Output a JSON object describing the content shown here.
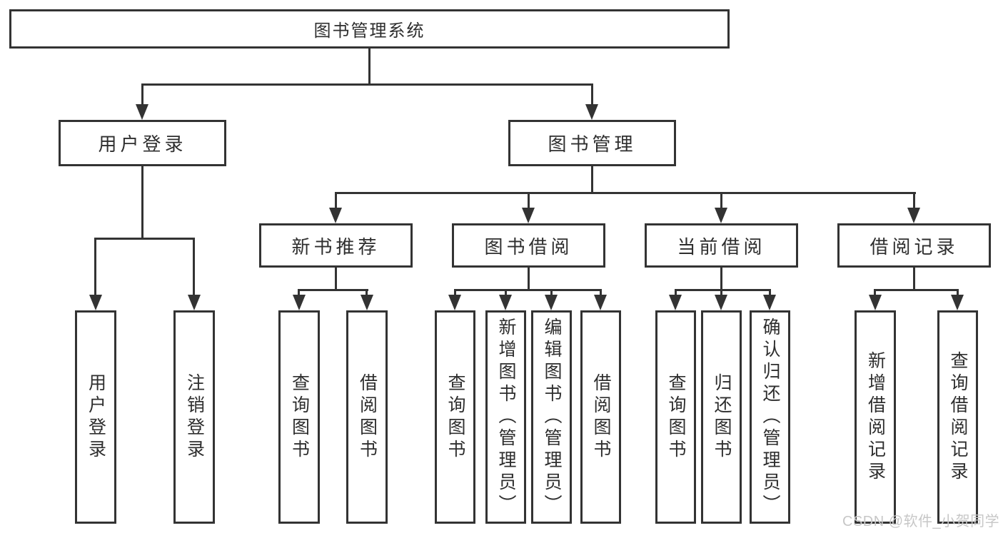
{
  "tree": {
    "label": "图书管理系统",
    "children": [
      {
        "label": "用户登录",
        "children": [
          {
            "label": "用户登录"
          },
          {
            "label": "注销登录"
          }
        ]
      },
      {
        "label": "图书管理",
        "children": [
          {
            "label": "新书推荐",
            "children": [
              {
                "label": "查询图书"
              },
              {
                "label": "借阅图书"
              }
            ]
          },
          {
            "label": "图书借阅",
            "children": [
              {
                "label": "查询图书"
              },
              {
                "label": "新增图书（管理员）"
              },
              {
                "label": "编辑图书（管理员）"
              },
              {
                "label": "借阅图书"
              }
            ]
          },
          {
            "label": "当前借阅",
            "children": [
              {
                "label": "查询图书"
              },
              {
                "label": "归还图书"
              },
              {
                "label": "确认归还（管理员）"
              }
            ]
          },
          {
            "label": "借阅记录",
            "children": [
              {
                "label": "新增借阅记录"
              },
              {
                "label": "查询借阅记录"
              }
            ]
          }
        ]
      }
    ]
  },
  "watermark": {
    "text": "CSDN @软件_小贺同学"
  },
  "colors": {
    "line_color": "#333333",
    "text_color": "#2e2e2e",
    "box_bg": "#ffffff",
    "background": "#ffffff",
    "watermark_color": "#c7c7c7"
  }
}
